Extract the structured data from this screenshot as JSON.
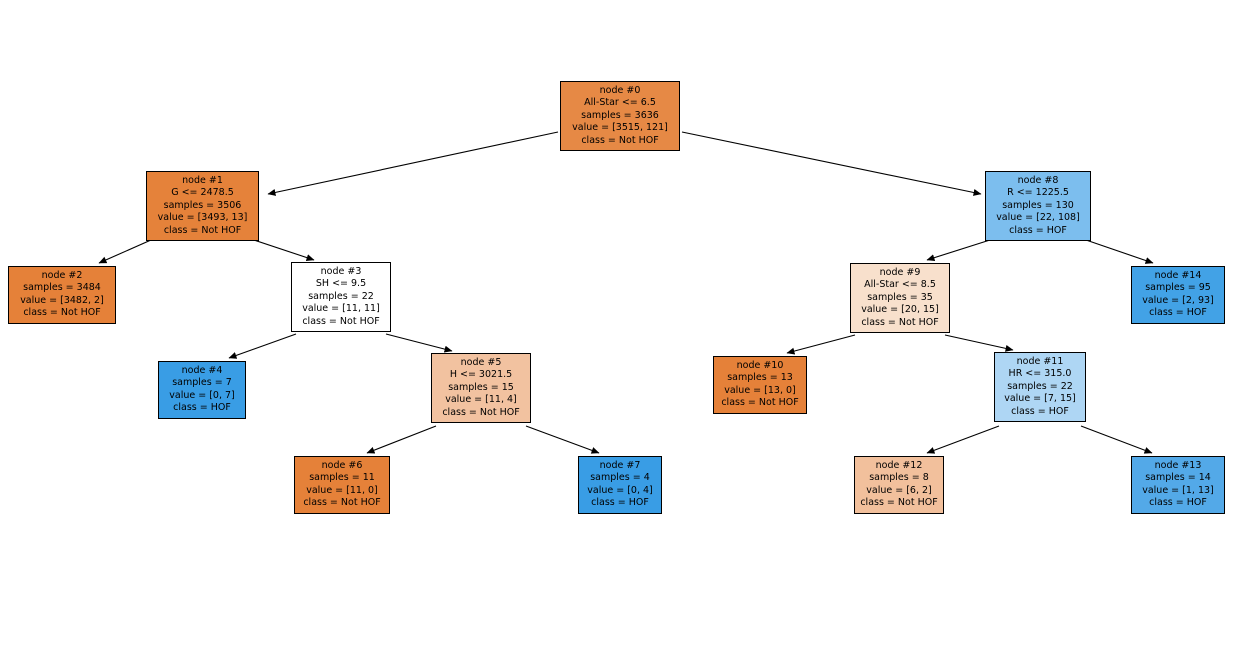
{
  "palette": {
    "class_not_hof": "#e58139",
    "class_hof": "#399de5",
    "edge": "#000000",
    "border": "#000000",
    "background": "#ffffff"
  },
  "nodes": {
    "n0": {
      "title": "node #0",
      "condition": "All-Star <= 6.5",
      "samples": "samples = 3636",
      "value": "value = [3515, 121]",
      "class": "class = Not HOF",
      "fill": "#e68945"
    },
    "n1": {
      "title": "node #1",
      "condition": "G <= 2478.5",
      "samples": "samples = 3506",
      "value": "value = [3493, 13]",
      "class": "class = Not HOF",
      "fill": "#e5823a"
    },
    "n2": {
      "title": "node #2",
      "samples": "samples = 3484",
      "value": "value = [3482, 2]",
      "class": "class = Not HOF",
      "fill": "#e58139"
    },
    "n3": {
      "title": "node #3",
      "condition": "SH <= 9.5",
      "samples": "samples = 22",
      "value": "value = [11, 11]",
      "class": "class = Not HOF",
      "fill": "#ffffff"
    },
    "n4": {
      "title": "node #4",
      "samples": "samples = 7",
      "value": "value = [0, 7]",
      "class": "class = HOF",
      "fill": "#399de5"
    },
    "n5": {
      "title": "node #5",
      "condition": "H <= 3021.5",
      "samples": "samples = 15",
      "value": "value = [11, 4]",
      "class": "class = Not HOF",
      "fill": "#f2c2a0"
    },
    "n6": {
      "title": "node #6",
      "samples": "samples = 11",
      "value": "value = [11, 0]",
      "class": "class = Not HOF",
      "fill": "#e58139"
    },
    "n7": {
      "title": "node #7",
      "samples": "samples = 4",
      "value": "value = [0, 4]",
      "class": "class = HOF",
      "fill": "#399de5"
    },
    "n8": {
      "title": "node #8",
      "condition": "R <= 1225.5",
      "samples": "samples = 130",
      "value": "value = [22, 108]",
      "class": "class = HOF",
      "fill": "#7cbeee"
    },
    "n9": {
      "title": "node #9",
      "condition": "All-Star <= 8.5",
      "samples": "samples = 35",
      "value": "value = [20, 15]",
      "class": "class = Not HOF",
      "fill": "#f8e0cc"
    },
    "n10": {
      "title": "node #10",
      "samples": "samples = 13",
      "value": "value = [13, 0]",
      "class": "class = Not HOF",
      "fill": "#e58139"
    },
    "n11": {
      "title": "node #11",
      "condition": "HR <= 315.0",
      "samples": "samples = 22",
      "value": "value = [7, 15]",
      "class": "class = HOF",
      "fill": "#aed6f4"
    },
    "n12": {
      "title": "node #12",
      "samples": "samples = 8",
      "value": "value = [6, 2]",
      "class": "class = Not HOF",
      "fill": "#f2c09c"
    },
    "n13": {
      "title": "node #13",
      "samples": "samples = 14",
      "value": "value = [1, 13]",
      "class": "class = HOF",
      "fill": "#53a9e8"
    },
    "n14": {
      "title": "node #14",
      "samples": "samples = 95",
      "value": "value = [2, 93]",
      "class": "class = HOF",
      "fill": "#42a2e6"
    }
  }
}
